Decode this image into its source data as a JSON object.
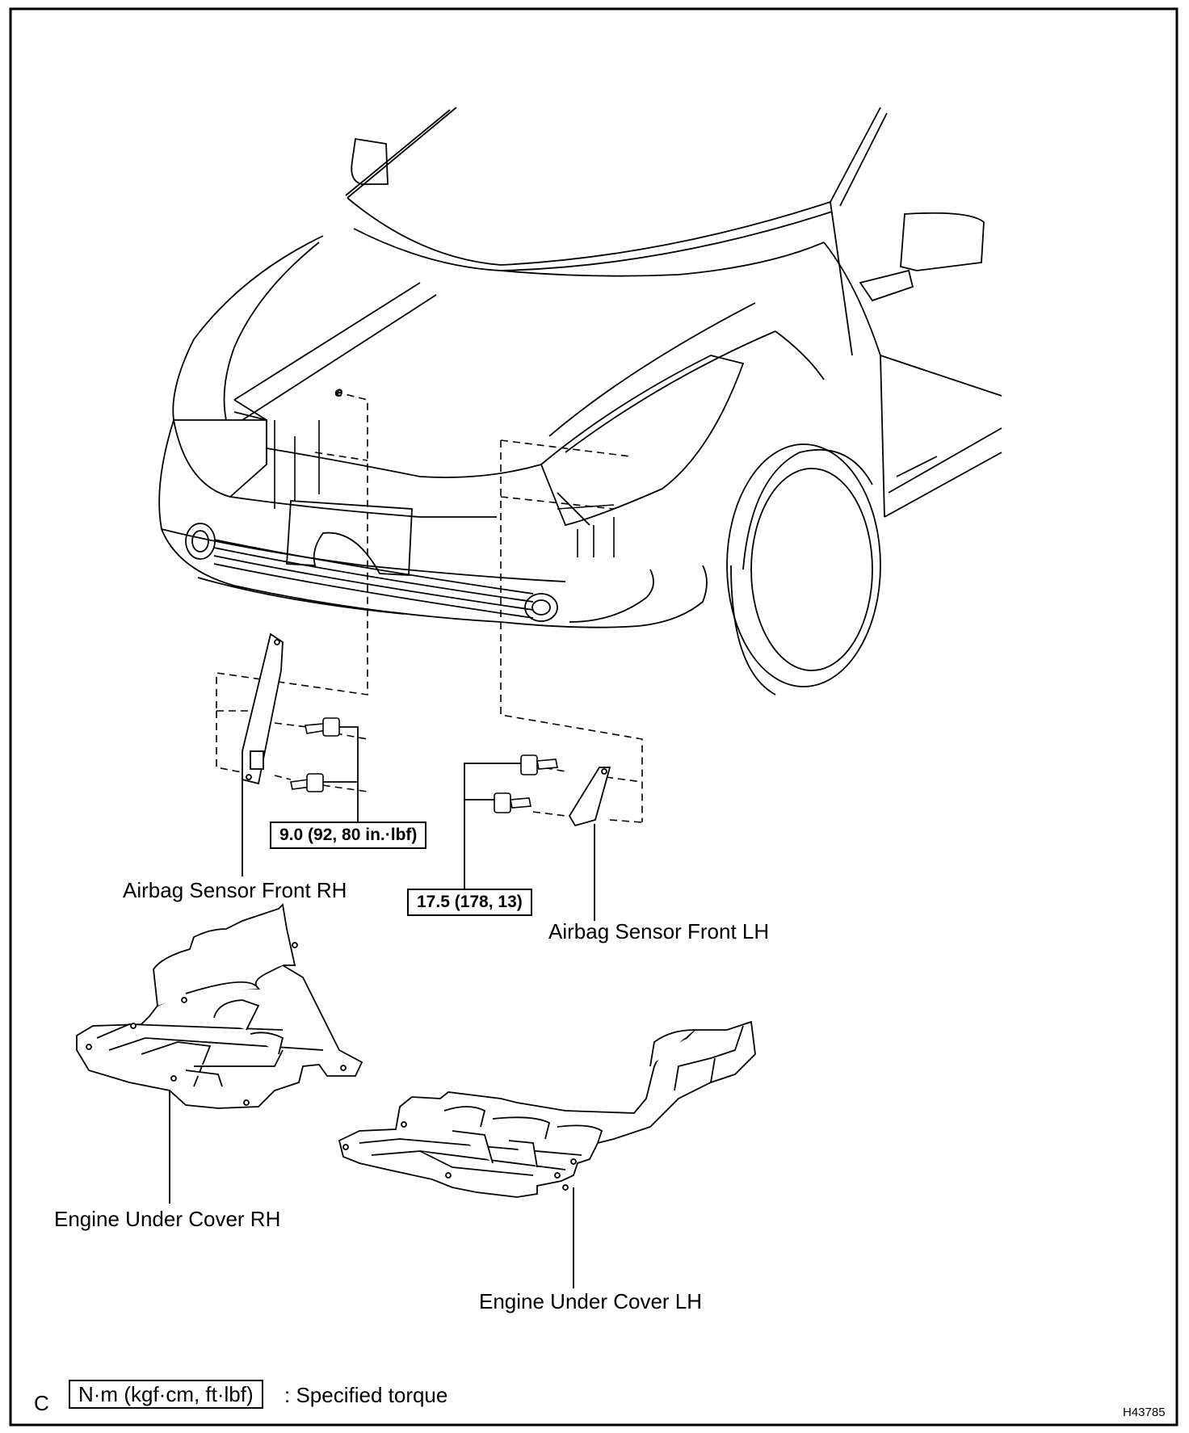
{
  "figure_code": "H43785",
  "corner_letter": "C",
  "labels": {
    "sensor_rh": "Airbag Sensor Front RH",
    "sensor_lh": "Airbag Sensor Front LH",
    "cover_rh": "Engine Under Cover RH",
    "cover_lh": "Engine Under Cover LH"
  },
  "torques": {
    "rh": "9.0 (92, 80 in.·lbf)",
    "lh": "17.5 (178, 13)"
  },
  "legend": {
    "unit": "N·m (kgf·cm, ft·lbf)",
    "description": ": Specified torque"
  },
  "icons": [
    "car-front-drawing",
    "airbag-sensor-icon",
    "bolt-icon",
    "engine-under-cover-icon"
  ]
}
